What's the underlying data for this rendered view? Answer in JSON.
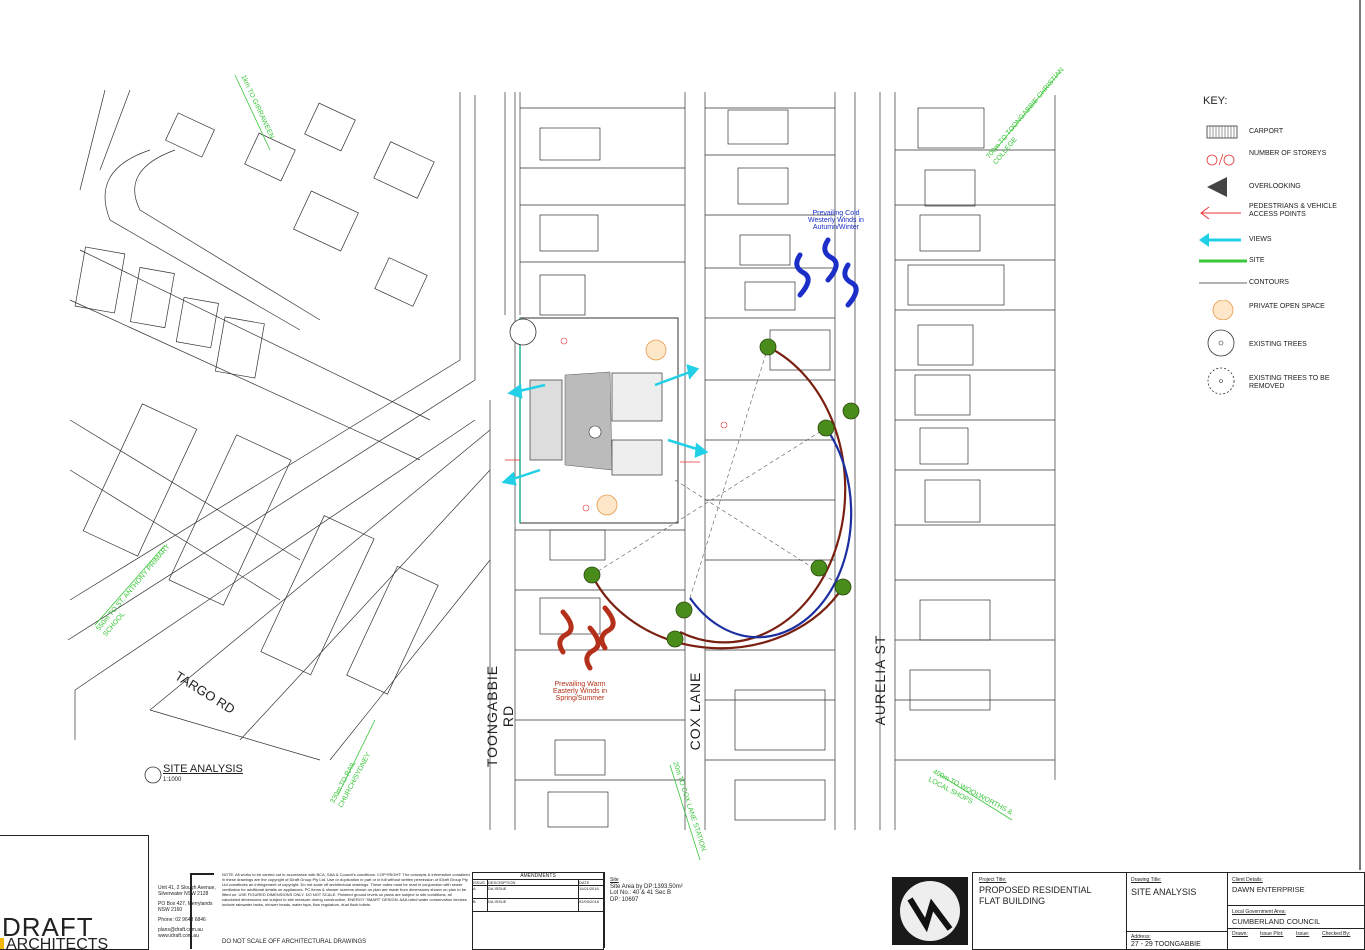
{
  "drawing": {
    "street_labels": {
      "toongabbie_rd": "TOONGABBIE RD",
      "cox_lane": "COX LANE",
      "aurelia_st": "AURELIA ST",
      "targo_rd": "TARGO RD"
    },
    "distance_notes": {
      "to_girraween": "1km TO GIRRAWEEN",
      "to_toongabbie_christian": "700m TO TOONGABBIE CHRISTIAN COLLEGE",
      "to_st_anthony": "550m TO ST. ANTHONY PRIMARY SCHOOL",
      "to_rail": "330m TO RAIL CHURCH/SYDNEY",
      "to_cox": "20m TO COX LANE STATION",
      "to_woolworths": "400m TO WOOLWORTHS & LOCAL SHOPS"
    },
    "wind_notes": {
      "cold_westerly": "Prevailing Cold Westerly Winds in Autumn/Winter",
      "warm_easterly": "Prevailing Warm Easterly Winds in Spring/Summer"
    },
    "section_title": "SITE ANALYSIS",
    "section_scale": "1:1000"
  },
  "key": {
    "title": "KEY:",
    "items": [
      {
        "icon": "carport-hatch-icon",
        "label": "CARPORT"
      },
      {
        "icon": "storeys-circles-icon",
        "label": "NUMBER OF STOREYS"
      },
      {
        "icon": "overlooking-triangle-icon",
        "label": "OVERLOOKING"
      },
      {
        "icon": "red-arrow-icon",
        "label": "PEDESTRIANS & VEHICLE ACCESS POINTS"
      },
      {
        "icon": "cyan-arrow-icon",
        "label": "VIEWS"
      },
      {
        "icon": "green-line-icon",
        "label": "SITE"
      },
      {
        "icon": "contour-line-icon",
        "label": "CONTOURS"
      },
      {
        "icon": "private-open-space-icon",
        "label": "PRIVATE OPEN SPACE"
      },
      {
        "icon": "existing-tree-icon",
        "label": "EXISTING TREES"
      },
      {
        "icon": "removed-tree-icon",
        "label": "EXISTING TREES TO BE REMOVED"
      }
    ]
  },
  "titleblock": {
    "firm_name": "DRAFT",
    "firm_name2": "ARCHITECTS",
    "address": "Unit 41, 2 Slough Avenue, Silverwater NSW 2128",
    "po_box": "PO Box 427, Merrylands NSW 2160",
    "phone": "Phone: 02 9648 6846",
    "email": "plans@draft.com.au",
    "web": "www.idraft.com.au",
    "notes": "NOTE: All works to be carried out in accordance with BCA, SAA & Council's conditions. COPYRIGHT: The concepts & information contained in these drawings are the copyright of iDraft Group Pty Ltd. Use or duplication in part or in full without written permission of iDraft Group Pty Ltd constitutes an infringement of copyright. Do not scale off architectural drawings. These notes must be read in conjunction with sewer ventilation for additional details on appliances. PC items & shower screens shown on plan are made from dimensions shown on plan to be fitted on. USE FIGURED DIMENSIONS ONLY. DO NOT SCALE. Finished ground levels on plans are subject to site conditions; all calculated dimensions are subject to site measure during construction. ENERGY 'SMART' DESIGN: AAA rated water conservation devices include rainwater tanks, shower heads, water taps, flow regulators, dual flush toilets.",
    "do_not_scale": "DO NOT SCALE OFF ARCHITECTURAL DRAWINGS",
    "amendments_title": "AMENDMENTS",
    "amend_headers": [
      "ISSUE",
      "DESCRIPTION",
      "DATE"
    ],
    "amend_rows": [
      [
        "A",
        "DA ISSUE",
        "11/01/2016"
      ],
      [
        "B",
        "DA ISSUE",
        "02/03/2016"
      ]
    ],
    "site_label": "Site",
    "site_area": "Site Area by DP:1393.50m²",
    "lot_no": "Lot No.: 40 & 41 Sec B",
    "dp_no": "DP: 10697",
    "project_title_label": "Project Title:",
    "project_title": "PROPOSED RESIDENTIAL FLAT BUILDING",
    "drawing_title_label": "Drawing Title:",
    "drawing_title": "SITE ANALYSIS",
    "address_label": "Address:",
    "address_value": "27 - 29 TOONGABBIE",
    "client_label": "Client Details:",
    "client": "DAWN ENTERPRISE",
    "council_label": "Local Government Area:",
    "council": "CUMBERLAND COUNCIL",
    "drawn_label": "Drawn:",
    "issue_plot_label": "Issue Plot:",
    "issue_label": "Issue:",
    "checked_label": "Checked By:"
  }
}
